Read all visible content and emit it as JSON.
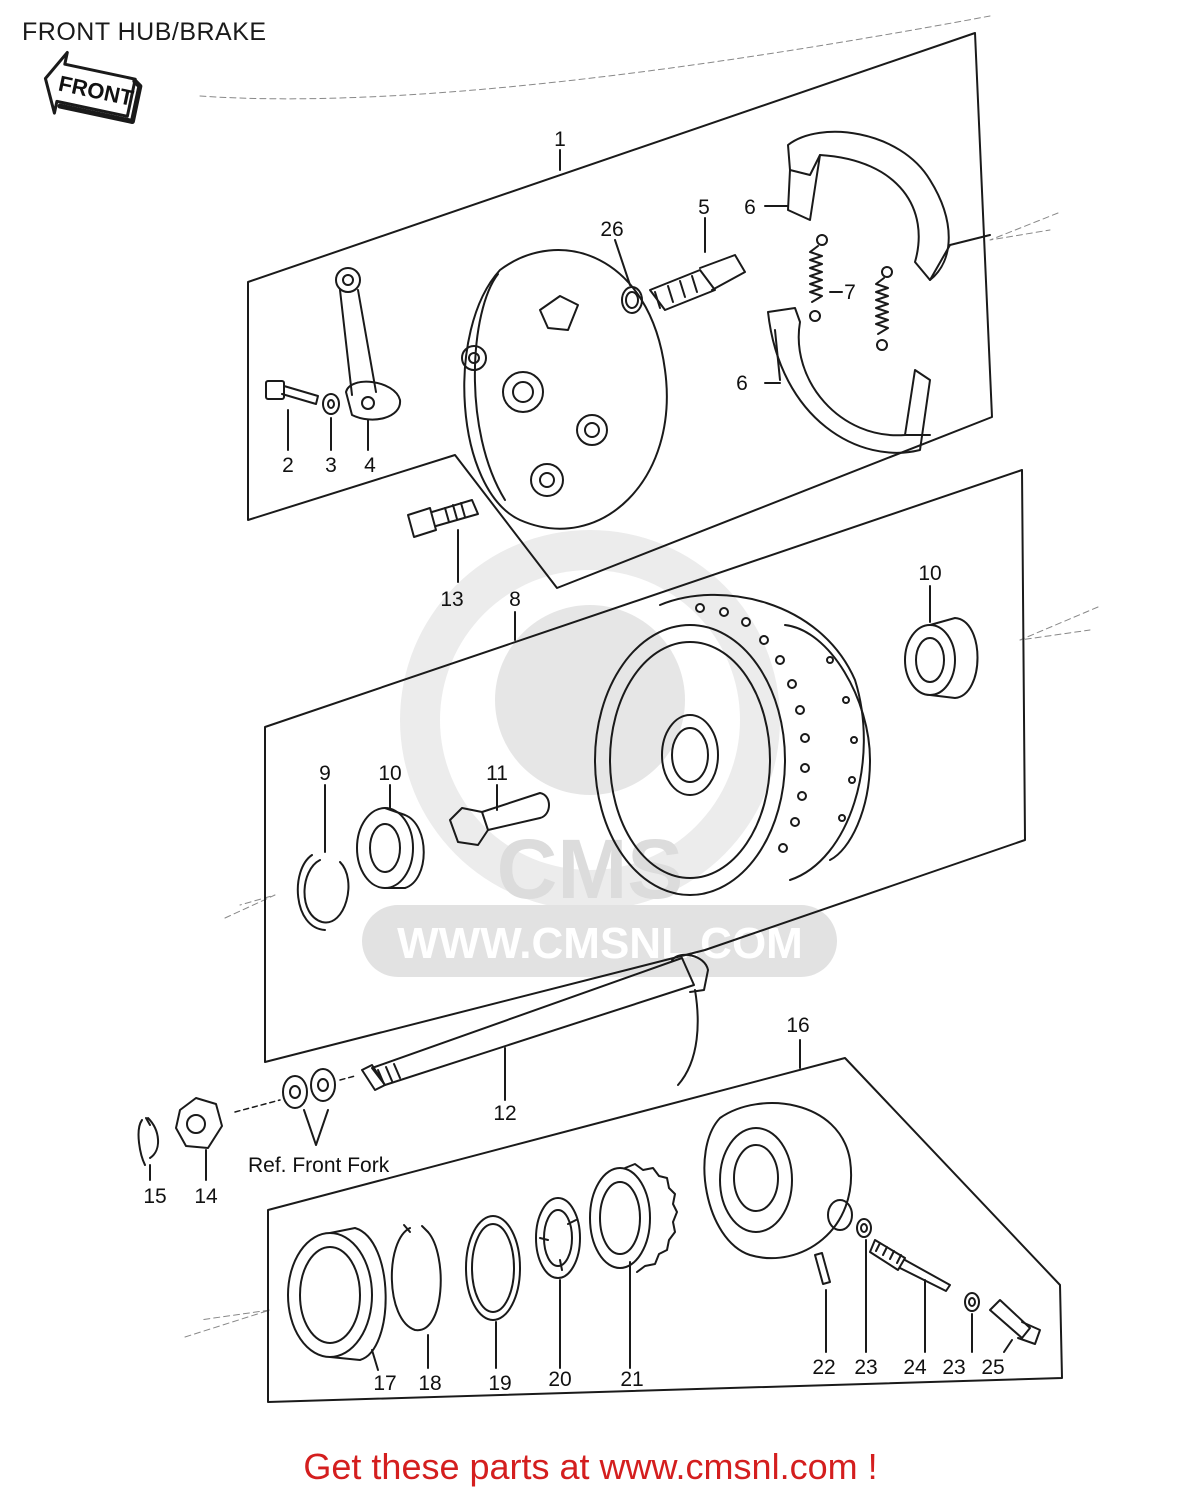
{
  "page": {
    "title": "FRONT HUB/BRAKE",
    "footer_link": "Get these parts at www.cmsnl.com !",
    "direction_arrow": "FRONT",
    "note": "Ref. Front Fork"
  },
  "watermark": {
    "logo_text": "CMS",
    "url_text": "WWW.CMSNL.COM"
  },
  "callouts": {
    "c1": "1",
    "c2": "2",
    "c3": "3",
    "c4": "4",
    "c5": "5",
    "c6a": "6",
    "c6b": "6",
    "c7": "7",
    "c8": "8",
    "c9": "9",
    "c10a": "10",
    "c10b": "10",
    "c11": "11",
    "c12": "12",
    "c13": "13",
    "c14": "14",
    "c15": "15",
    "c16": "16",
    "c17": "17",
    "c18": "18",
    "c19": "19",
    "c20": "20",
    "c21": "21",
    "c22": "22",
    "c23a": "23",
    "c24": "24",
    "c23b": "23",
    "c25": "25",
    "c26": "26"
  },
  "colors": {
    "line": "#1a1a1a",
    "footer_link": "#d41e1e",
    "watermark": "#e4e4e4"
  }
}
